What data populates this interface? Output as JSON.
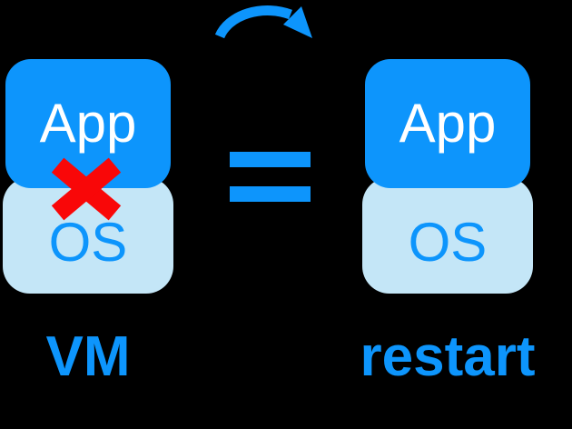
{
  "colors": {
    "background": "#000000",
    "blue": "#0D95FC",
    "light_blue": "#C4E6F7",
    "red": "#F90708",
    "white": "#FFFFFF"
  },
  "left_stack": {
    "app_label": "App",
    "os_label": "OS",
    "caption": "VM"
  },
  "right_stack": {
    "app_label": "App",
    "os_label": "OS",
    "caption": "restart"
  },
  "operators": {
    "equals_sign": "=",
    "restart_arrow_icon": "clockwise-curved-arrow",
    "crash_icon": "red-x-cross"
  }
}
